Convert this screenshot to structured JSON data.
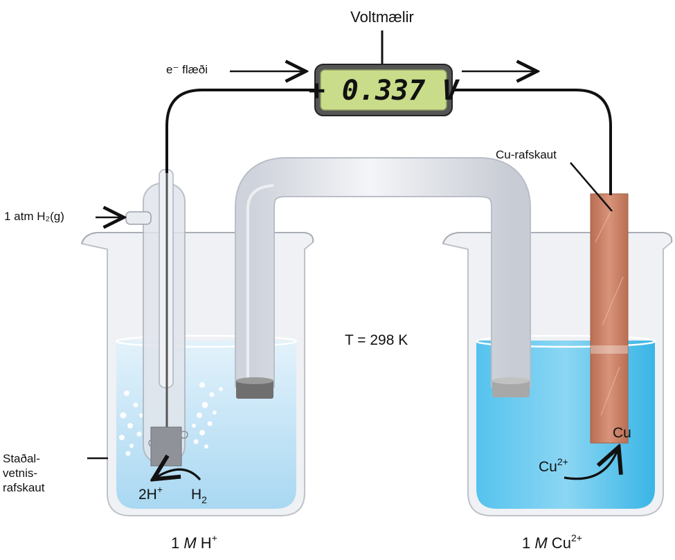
{
  "voltmeter": {
    "title": "Voltmælir",
    "reading": "+ 0.337 V"
  },
  "electron_flow": {
    "label": "e⁻ flæði"
  },
  "left_cell": {
    "gas_inlet_label": "1 atm H₂(g)",
    "electrode_label_lines": [
      "Staðal-",
      "vetnis-",
      "rafskaut"
    ],
    "reaction_product": "2H",
    "reaction_product_sup": "+",
    "reaction_reactant": "H",
    "reaction_reactant_sub": "2",
    "solution_prefix": "1 ",
    "solution_italic": "M",
    "solution_ion": " H",
    "solution_sup": "+"
  },
  "right_cell": {
    "electrode_label": "Cu-rafskaut",
    "reaction_reactant": "Cu",
    "reaction_reactant_sup": "2+",
    "reaction_product": "Cu",
    "solution_prefix": "1 ",
    "solution_italic": "M",
    "solution_ion": " Cu",
    "solution_sup": "2+"
  },
  "temperature": {
    "label": "T = 298 K"
  },
  "colors": {
    "wire": "#111111",
    "left_solution": "#cfe8f7",
    "right_solution": "#3cb7e8",
    "copper": "#cf8566",
    "lcd": "#c9dc8a",
    "glass": "#e6e8ec"
  }
}
